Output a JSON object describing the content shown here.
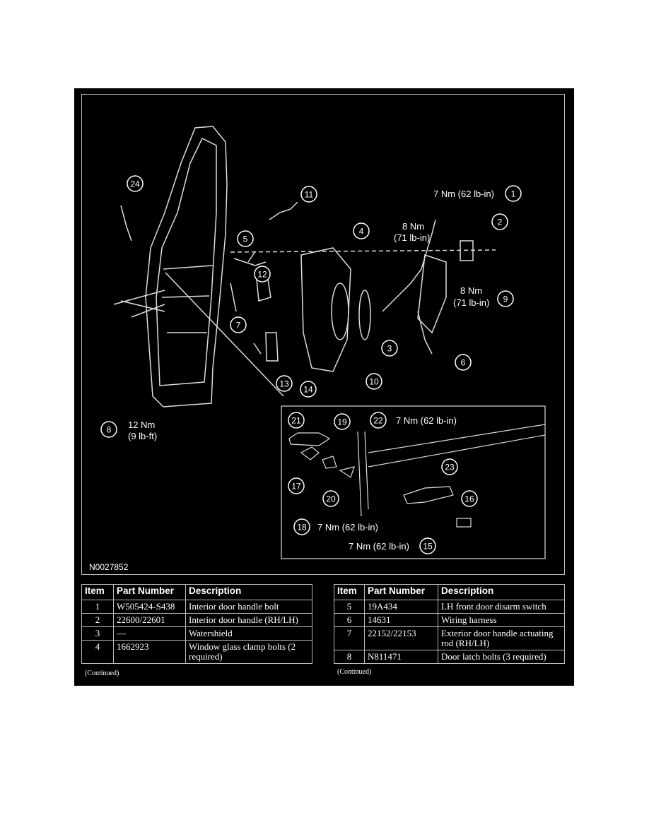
{
  "diagram": {
    "figure_id": "N0027852",
    "callouts": [
      "1",
      "2",
      "3",
      "4",
      "5",
      "6",
      "7",
      "8",
      "9",
      "10",
      "11",
      "12",
      "13",
      "14",
      "15",
      "16",
      "17",
      "18",
      "19",
      "20",
      "21",
      "22",
      "23",
      "24"
    ],
    "torque": {
      "t1": "7 Nm (62 lb-in)",
      "t4a": "8 Nm",
      "t4b": "(71 lb-in)",
      "t9a": "8 Nm",
      "t9b": "(71 lb-in)",
      "t8a": "12 Nm",
      "t8b": "(9 lb-ft)",
      "t22": "7 Nm (62 lb-in)",
      "t18": "7 Nm (62 lb-in)",
      "t15": "7 Nm (62 lb-in)"
    }
  },
  "tables": {
    "headers": [
      "Item",
      "Part Number",
      "Description"
    ],
    "left": [
      {
        "item": "1",
        "part": "W505424-S438",
        "desc": "Interior door handle bolt"
      },
      {
        "item": "2",
        "part": "22600/22601",
        "desc": "Interior door handle (RH/LH)"
      },
      {
        "item": "3",
        "part": "—",
        "desc": "Watershield"
      },
      {
        "item": "4",
        "part": "1662923",
        "desc": "Window glass clamp bolts (2 required)"
      }
    ],
    "right": [
      {
        "item": "5",
        "part": "19A434",
        "desc": "LH front door disarm switch"
      },
      {
        "item": "6",
        "part": "14631",
        "desc": "Wiring harness"
      },
      {
        "item": "7",
        "part": "22152/22153",
        "desc": "Exterior door handle actuating rod (RH/LH)"
      },
      {
        "item": "8",
        "part": "N811471",
        "desc": "Door latch bolts (3 required)"
      }
    ],
    "continued": "(Continued)"
  }
}
